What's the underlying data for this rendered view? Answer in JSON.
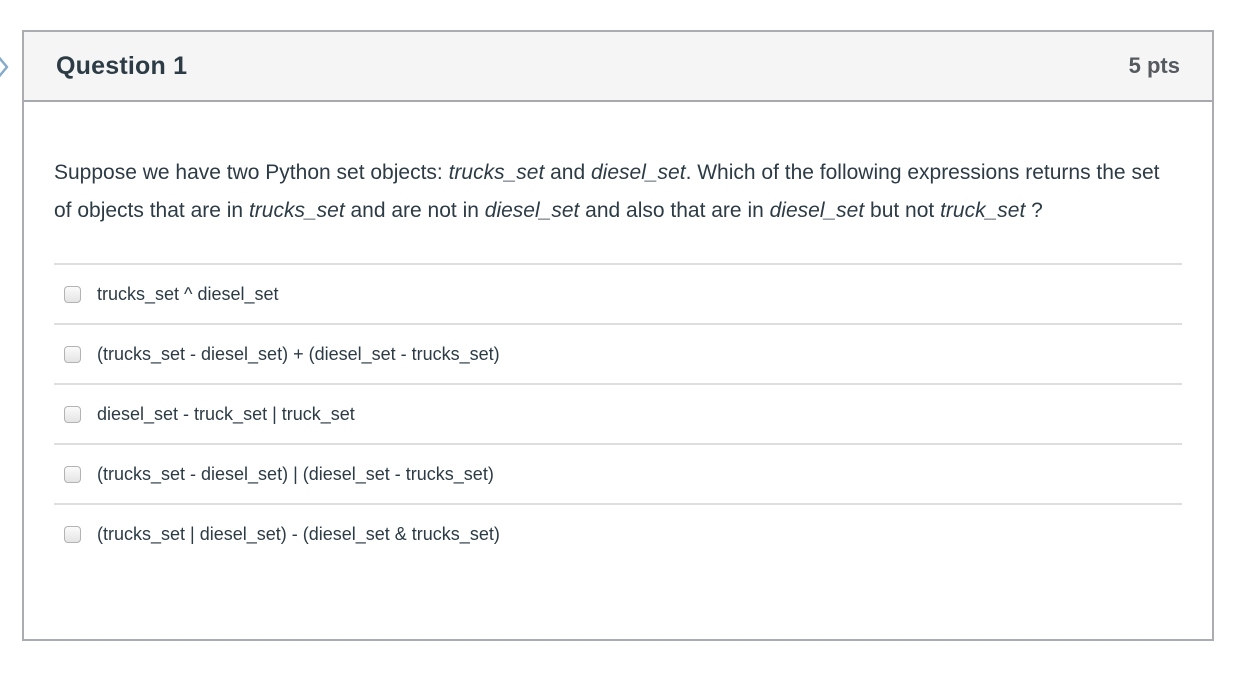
{
  "icons": {
    "left_nav": "chevron-right-icon"
  },
  "colors": {
    "panel_border": "#a9adb1",
    "header_background": "#f5f5f5",
    "text": "#2d3b45",
    "points_text": "#555a5f",
    "divider": "#dedede",
    "chevron": "#87accb"
  },
  "question_panel": {
    "header": {
      "title": "Question 1",
      "points": "5 pts"
    },
    "question": {
      "segments": [
        {
          "text": "Suppose we have two Python set objects: ",
          "italic": false
        },
        {
          "text": "trucks_set",
          "italic": true
        },
        {
          "text": " and ",
          "italic": false
        },
        {
          "text": "diesel_set",
          "italic": true
        },
        {
          "text": ". Which of the following expressions returns the set of objects that are in ",
          "italic": false
        },
        {
          "text": "trucks_set",
          "italic": true
        },
        {
          "text": " and are not in ",
          "italic": false
        },
        {
          "text": "diesel_set",
          "italic": true
        },
        {
          "text": " and also that are in ",
          "italic": false
        },
        {
          "text": "diesel_set",
          "italic": true
        },
        {
          "text": " but not ",
          "italic": false
        },
        {
          "text": "truck_set",
          "italic": true
        },
        {
          "text": " ?",
          "italic": false
        }
      ]
    },
    "options": [
      {
        "label": "trucks_set ^ diesel_set",
        "checked": false
      },
      {
        "label": "(trucks_set - diesel_set) + (diesel_set - trucks_set)",
        "checked": false
      },
      {
        "label": "diesel_set - truck_set | truck_set",
        "checked": false
      },
      {
        "label": "(trucks_set - diesel_set) | (diesel_set - trucks_set)",
        "checked": false
      },
      {
        "label": "(trucks_set | diesel_set) - (diesel_set & trucks_set)",
        "checked": false
      }
    ]
  }
}
